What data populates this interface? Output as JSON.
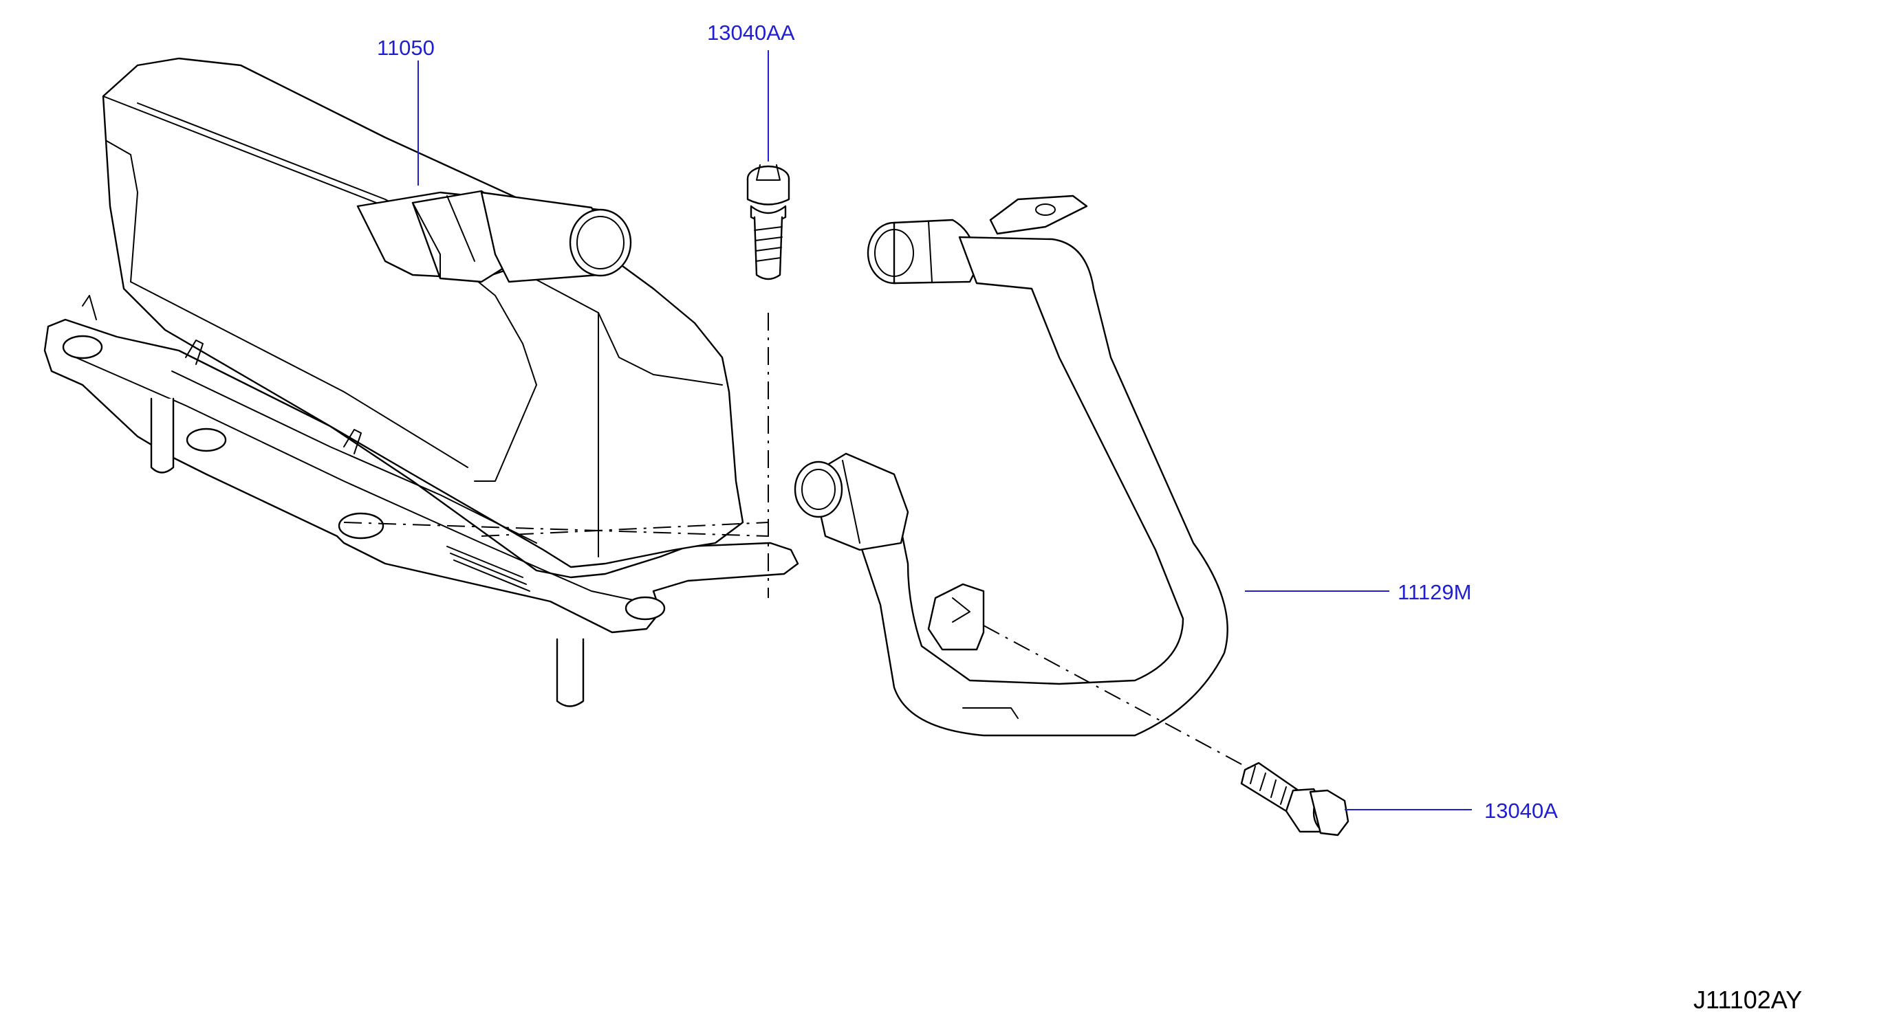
{
  "callouts": {
    "valve": "11050",
    "bolt_top": "13040AA",
    "hose": "11129M",
    "bolt_bottom": "13040A"
  },
  "figure_code": "J11102AY",
  "colors": {
    "callout": "#1f1fd0",
    "line": "#000000",
    "background": "#ffffff"
  }
}
